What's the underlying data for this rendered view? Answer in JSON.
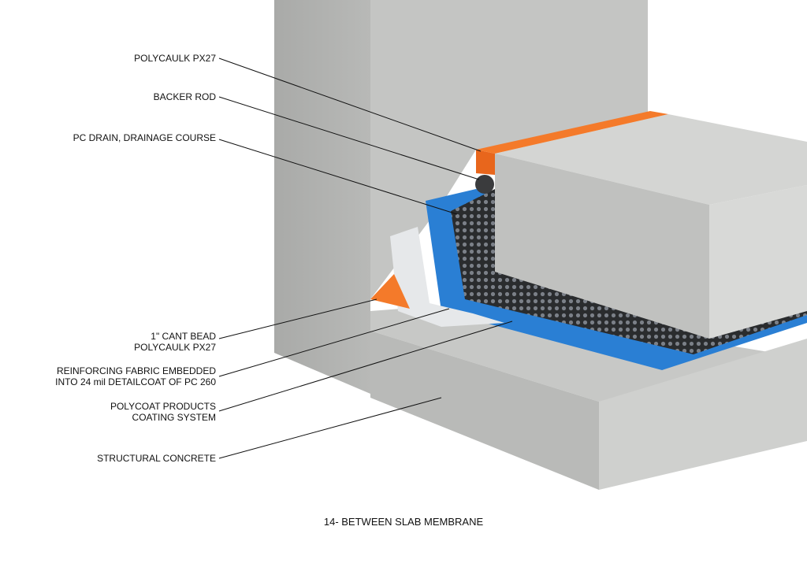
{
  "labels": {
    "polycaulk": "POLYCAULK PX27",
    "backer_rod": "BACKER ROD",
    "pc_drain": "PC DRAIN, DRAINAGE COURSE",
    "cant_bead_1": "1\" CANT BEAD",
    "cant_bead_2": "POLYCAULK PX27",
    "fabric_1": "REINFORCING FABRIC EMBEDDED",
    "fabric_2": "INTO 24 mil DETAILCOAT OF PC 260",
    "coating_1": "POLYCOAT PRODUCTS",
    "coating_2": "COATING SYSTEM",
    "structural": "STRUCTURAL CONCRETE"
  },
  "caption": "14- BETWEEN SLAB MEMBRANE",
  "colors": {
    "orange": "#f47a2a",
    "blue": "#2a7fd4",
    "concrete": "#c9cac8",
    "drain": "#2a2c2e"
  }
}
